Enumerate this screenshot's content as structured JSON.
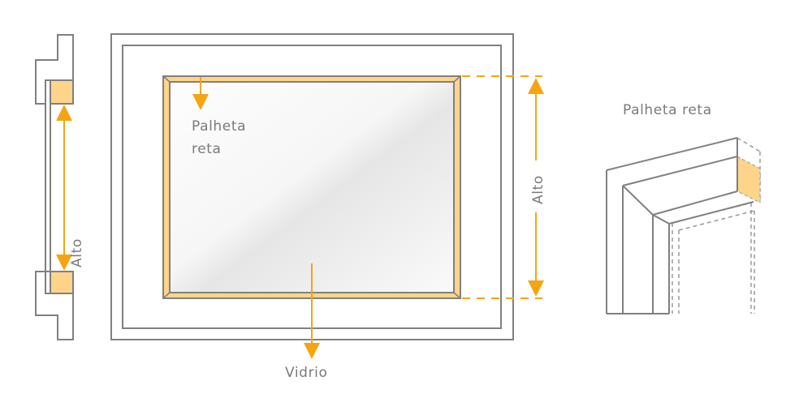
{
  "colors": {
    "line": "#808080",
    "accent": "#f5a511",
    "fill": "#fdd48a",
    "glass_light": "#fbfbfb",
    "glass_mid": "#e9e9e9"
  },
  "labels": {
    "section_height": "Alto",
    "stop_bead_inside": "Palheta",
    "stop_bead_inside_line2": "reta",
    "glass": "Vidrio",
    "frame_height": "Alto",
    "detail_title": "Palheta reta"
  },
  "views": [
    {
      "id": "cross-section",
      "description": "Vertical section of the sash profile with glazing beads"
    },
    {
      "id": "front-elevation",
      "description": "Front view of window with glass and straight glazing bead"
    },
    {
      "id": "detail-3d",
      "description": "Isometric corner detail of straight glazing bead"
    }
  ]
}
